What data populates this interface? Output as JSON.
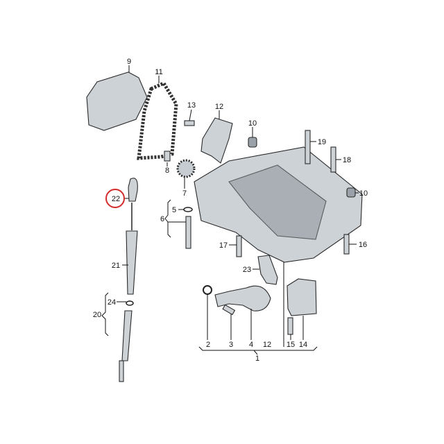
{
  "diagram": {
    "highlight_color": "#d62b2b",
    "highlighted_part": "22",
    "labels": {
      "p9": "9",
      "p11": "11",
      "p13": "13",
      "p12_top": "12",
      "p10_top": "10",
      "p19": "19",
      "p18": "18",
      "p8": "8",
      "p7": "7",
      "p10_right": "10",
      "p22": "22",
      "p5": "5",
      "p6": "6",
      "p17": "17",
      "p16": "16",
      "p23": "23",
      "p21": "21",
      "p24": "24",
      "p20": "20",
      "p2": "2",
      "p3": "3",
      "p4": "4",
      "p12_bottom": "12",
      "p15": "15",
      "p14": "14",
      "p1": "1"
    }
  }
}
